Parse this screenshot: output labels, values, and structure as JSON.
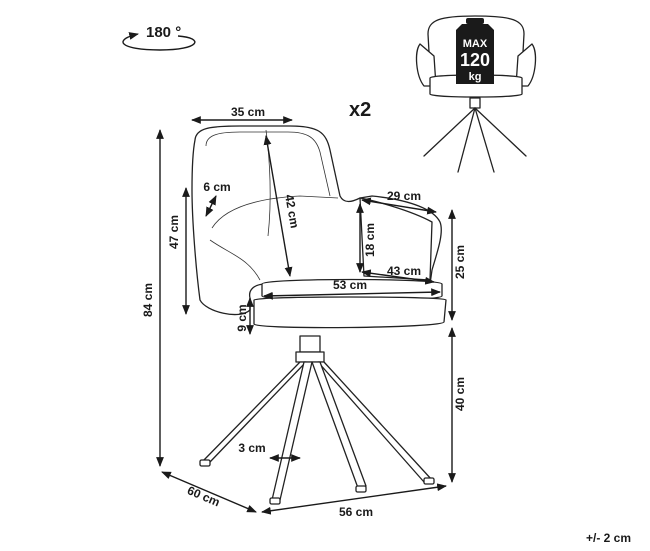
{
  "rotation": {
    "label": "180 °"
  },
  "quantity": {
    "label": "x2"
  },
  "max_load": {
    "line1": "MAX",
    "line2": "120",
    "line3": "kg"
  },
  "dimensions": {
    "back_width": "35 cm",
    "back_height": "42 cm",
    "armrest_width": "6 cm",
    "armrest_length": "29 cm",
    "armrest_height": "18 cm",
    "seat_depth": "43 cm",
    "backrest_height": "47 cm",
    "seat_width": "53 cm",
    "arm_to_seat": "25 cm",
    "total_height": "84 cm",
    "seat_thickness": "9 cm",
    "seat_height": "40 cm",
    "leg_width": "3 cm",
    "depth": "60 cm",
    "width": "56 cm"
  },
  "tolerance": {
    "label": "+/- 2 cm"
  }
}
